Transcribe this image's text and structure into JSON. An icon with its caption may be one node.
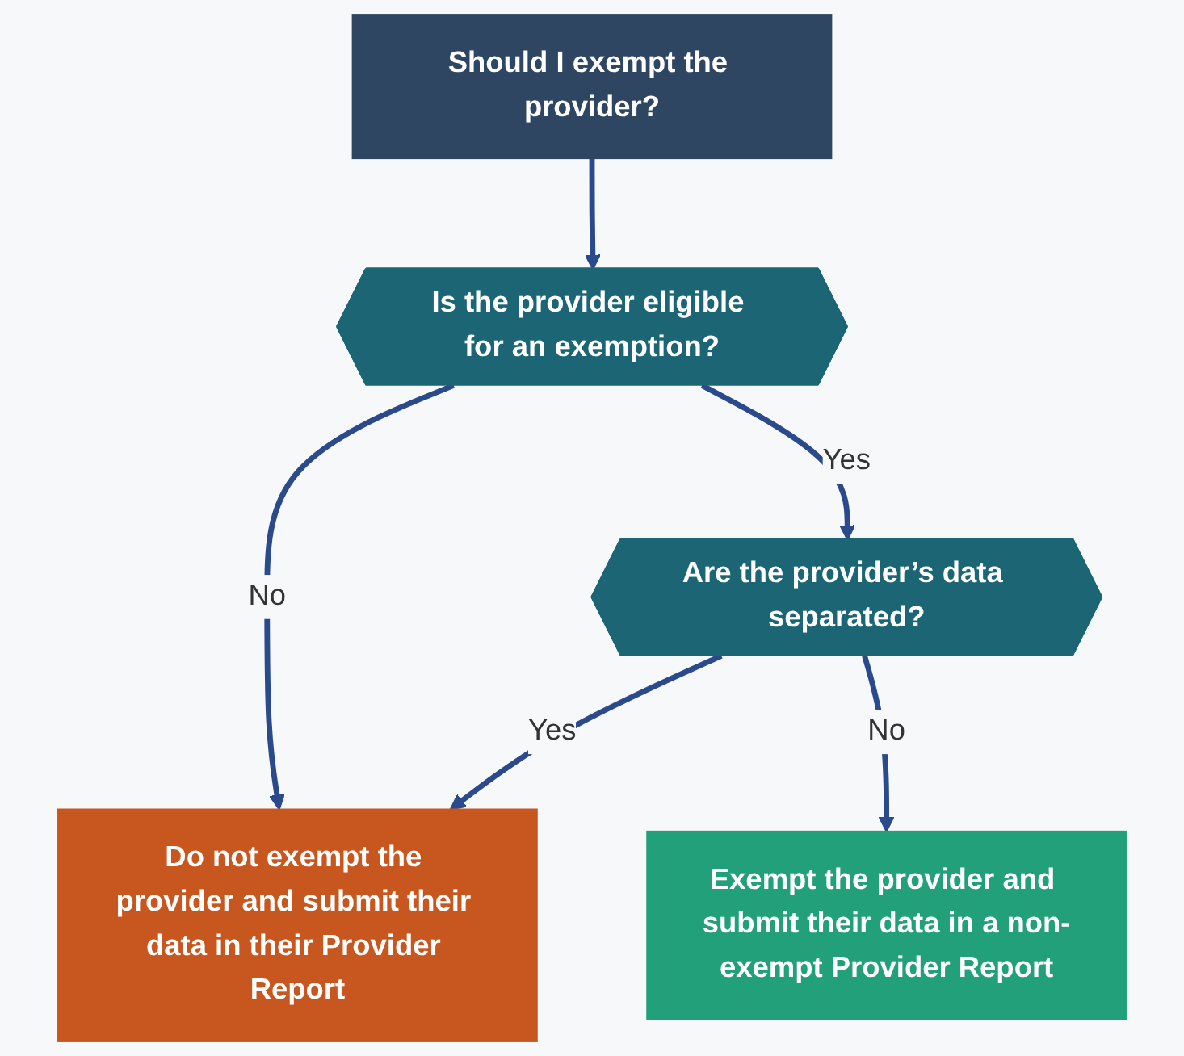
{
  "diagram": {
    "nodes": [
      {
        "text": [
          "Should I exempt the provider?"
        ]
      },
      {
        "text": [
          "Is the provider eligible for an exemption?"
        ]
      },
      {
        "text": [
          "Are the provider’s data separated?"
        ]
      },
      {
        "text": [
          "Do not exempt the provider and submit their data in their Provider Report"
        ]
      },
      {
        "text": [
          "Exempt the provider and submit their data in a non-exempt Provider Report"
        ]
      }
    ],
    "edges": [
      {
        "from": 0,
        "to": 1,
        "arrow": "to"
      },
      {
        "from": 1,
        "to": 2,
        "label": "Yes",
        "arrow": "to"
      },
      {
        "from": 1,
        "to": 3,
        "label": "No",
        "arrow": "to"
      },
      {
        "from": 2,
        "to": 3,
        "label": "Yes",
        "arrow": "to"
      },
      {
        "from": 2,
        "to": 4,
        "label": "No",
        "arrow": "to"
      }
    ]
  }
}
